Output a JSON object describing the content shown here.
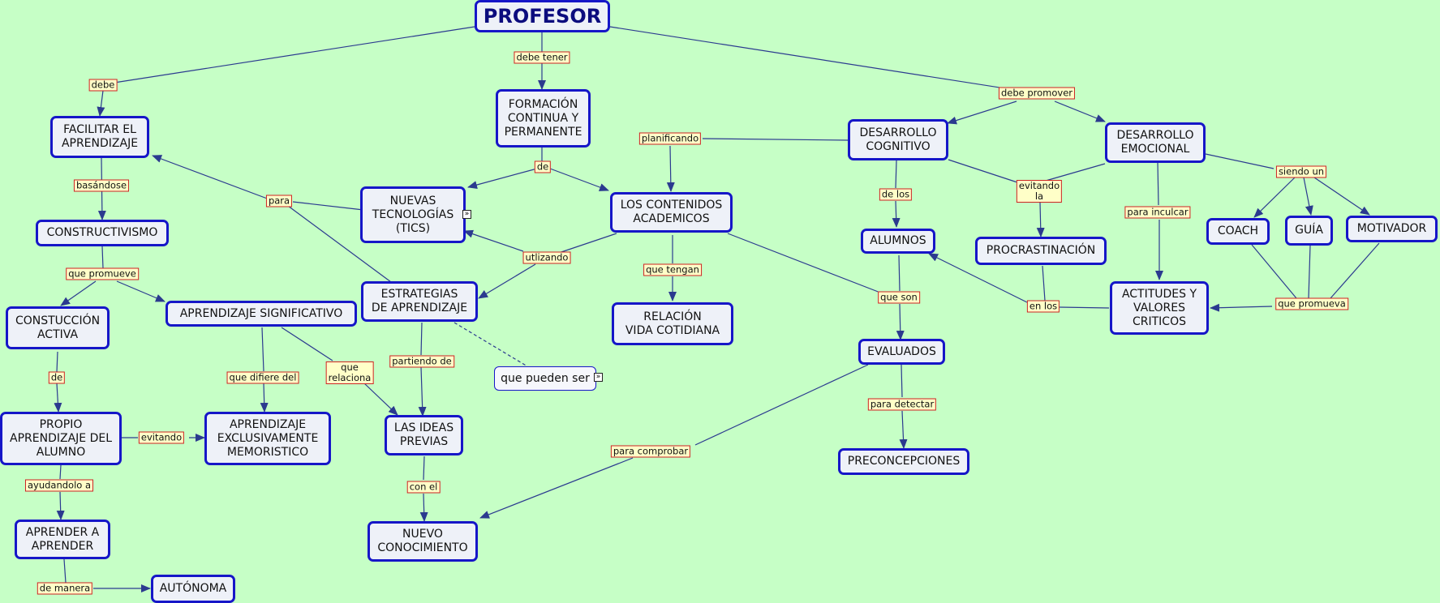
{
  "map": {
    "concepts": {
      "profesor": "PROFESOR",
      "facilitar": "FACILITAR EL\nAPRENDIZAJE",
      "formacion": "FORMACIÓN\nCONTINUA Y\nPERMANENTE",
      "des_cognitivo": "DESARROLLO\nCOGNITIVO",
      "des_emocional": "DESARROLLO\nEMOCIONAL",
      "constructivismo": "CONSTRUCTIVISMO",
      "nuevas_tec": "NUEVAS\nTECNOLOGÍAS\n(TICS)",
      "contenidos": "LOS CONTENIDOS\nACADEMICOS",
      "alumnos": "ALUMNOS",
      "procrastinacion": "PROCRASTINACIÓN",
      "coach": "COACH",
      "guia": "GUÍA",
      "motivador": "MOTIVADOR",
      "construccion": "CONSTUCCIÓN\nACTIVA",
      "ap_significativo": "APRENDIZAJE SIGNIFICATIVO",
      "estrategias": "ESTRATEGIAS\nDE APRENDIZAJE",
      "relacion": "RELACIÓN\nVIDA COTIDIANA",
      "actitudes": "ACTITUDES Y\nVALORES\nCRITICOS",
      "que_pueden": "que pueden ser",
      "evaluados": "EVALUADOS",
      "propio": "PROPIO\nAPRENDIZAJE DEL\nALUMNO",
      "ap_memoristico": "APRENDIZAJE\nEXCLUSIVAMENTE\nMEMORISTICO",
      "ideas_previas": "LAS IDEAS\nPREVIAS",
      "preconcepciones": "PRECONCEPCIONES",
      "aprender": "APRENDER A\nAPRENDER",
      "nuevo_conoc": "NUEVO\nCONOCIMIENTO",
      "autonoma": "AUTÓNOMA"
    },
    "links": {
      "debe": "debe",
      "debe_tener": "debe tener",
      "debe_promover": "debe promover",
      "basandose": "basándose",
      "de1": "de",
      "planificando": "planificando",
      "para": "para",
      "de_los": "de los",
      "evitando_la": "evitando\nla",
      "siendo_un": "siendo  un",
      "para_inculcar": "para inculcar",
      "utlizando": "utlizando",
      "que_promueve": "que promueve",
      "que_tengan": "que tengan",
      "que_son": "que son",
      "en_los": "en los",
      "que_promueva": "que promueva",
      "de2": "de",
      "partiendo_de": "partiendo de",
      "que_difiere": "que difiere del",
      "que_relaciona": "que\nrelaciona",
      "para_detectar": "para detectar",
      "evitando": "evitando",
      "ayudandolo": "ayudandolo a",
      "con_el": "con el",
      "para_comprobar": "para comprobar",
      "de_manera": "de manera"
    },
    "colors": {
      "background": "#c6ffc6",
      "line": "#2b3a8f",
      "node_border": "#1616c8",
      "node_fill": "#eef1f8",
      "label_fill": "#ffffc8",
      "label_border": "#cc2222"
    },
    "icons": {
      "expand": "»"
    }
  }
}
